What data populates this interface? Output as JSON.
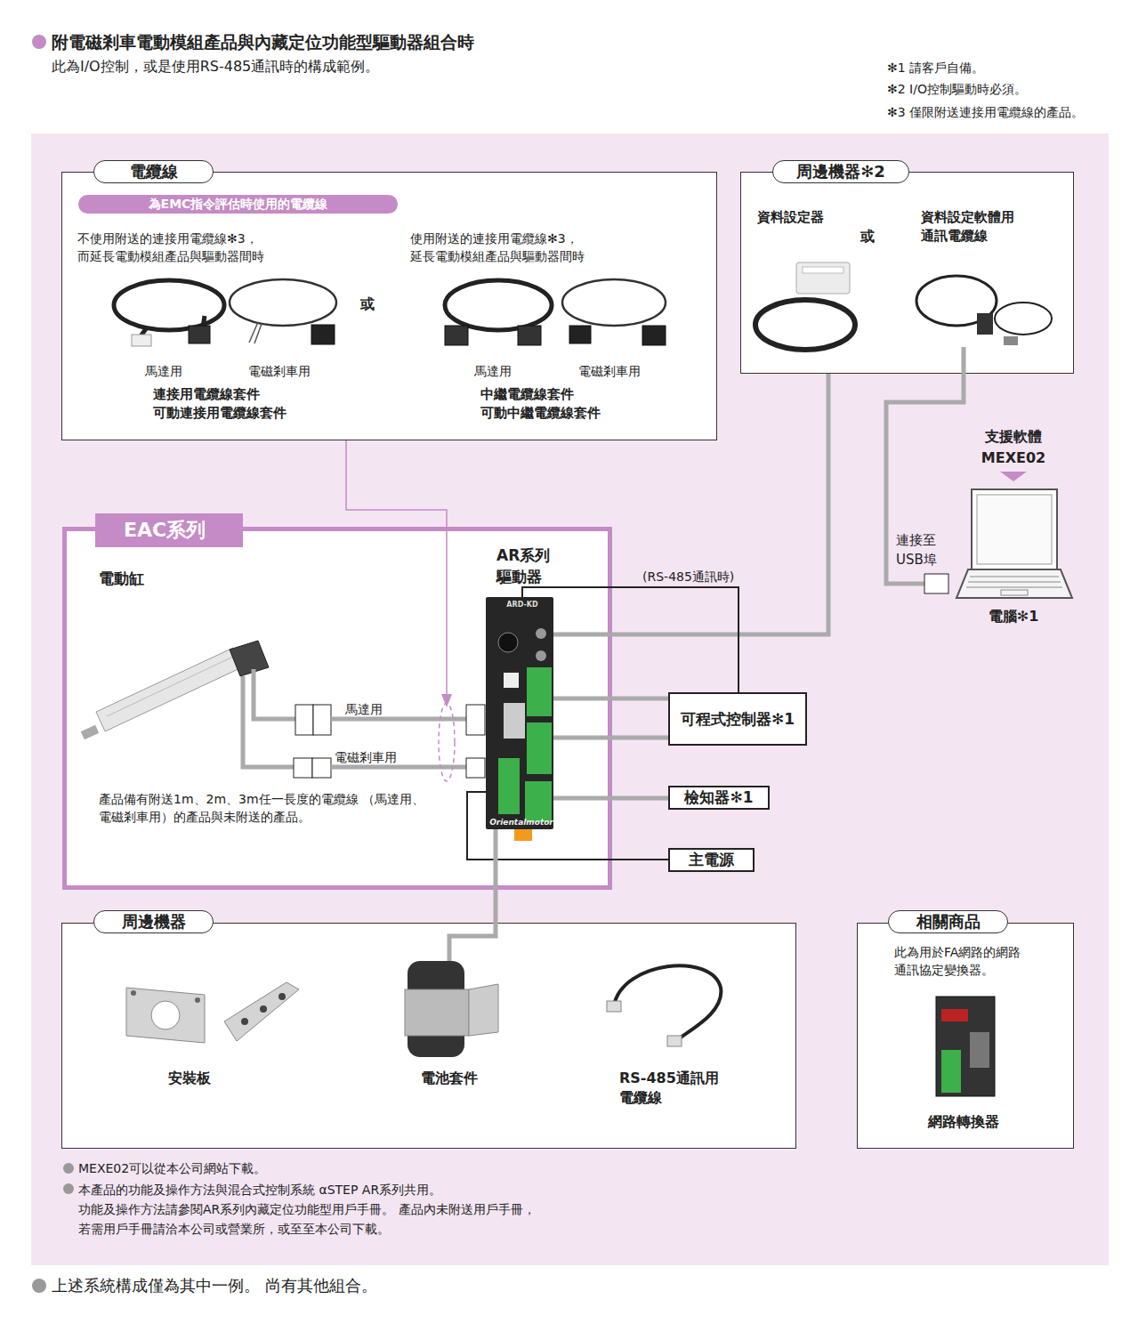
{
  "diagram": {
    "title": "附電磁剎車電動模組產品與內藏定位功能型驅動器組合時",
    "caption": "上述系統構成僅為其中一例。 尚有其他組合。",
    "nodes": [
      {
        "text": [
          "電纜線",
          "不使用附送的連接用電纜線✻3， 而延長電動模組產品與驅動器間時",
          "或",
          "使用附送的連接用電纜線✻3， 延長電動模組產品與驅動器間時",
          "馬達用",
          "電磁剎車用",
          "連接用電纜線套件 可動連接用電纜線套件",
          "馬達用",
          "電磁剎車用",
          "中繼電纜線套件 可動中繼電纜線套件"
        ]
      },
      {
        "text": [
          "為EMC指令評估時使用的電纜線"
        ],
        "in": 0
      },
      {
        "text": [
          "周邊機器✻2",
          "資料設定器",
          "或",
          "資料設定軟體用 通訊電纜線"
        ]
      },
      {
        "text": [
          "EAC系列",
          "電動缸",
          "產品備有附送1m、2m、3m任一長度的電纜線 （馬達用、電磁剎車用）的產品與未附送的產品。"
        ]
      },
      {
        "text": [
          "AR系列 驅動器"
        ],
        "in": 3
      },
      {
        "text": [
          "可程式控制器✻1"
        ]
      },
      {
        "text": [
          "檢知器✻1"
        ]
      },
      {
        "text": [
          "主電源"
        ]
      },
      {
        "text": [
          "周邊機器",
          "安裝板",
          "電池套件",
          "RS-485通訊用 電纜線"
        ]
      },
      {
        "text": [
          "相關商品",
          "此為用於FA網路的網路 通訊協定變換器。",
          "網路轉換器"
        ]
      }
    ],
    "edges": [
      {
        "from": 2,
        "to": 4,
        "arrow": "none"
      },
      {
        "from": 4,
        "to": 5,
        "label": "(RS-485通訊時)",
        "arrow": "none"
      },
      {
        "from": 4,
        "to": 5,
        "arrow": "none"
      },
      {
        "from": 4,
        "to": 5,
        "arrow": "none"
      },
      {
        "from": 4,
        "to": 6,
        "arrow": "none"
      },
      {
        "from": 4,
        "to": 7,
        "arrow": "none"
      },
      {
        "from": 4,
        "to": 8,
        "arrow": "none"
      }
    ],
    "labels": [
      "此為I/O控制，或是使用RS-485通訊時的構成範例。",
      "✻1 請客戶自備。",
      "✻2 I/O控制驅動時必須。",
      "✻3 僅限附送連接用電纜線的產品。",
      "支援軟體 MEXE02",
      "連接至 USB埠",
      "電腦✻1",
      "馬達用",
      "電磁剎車用",
      "ARD-KD",
      "Orientalmotor",
      "MEXE02可以從本公司網站下載。",
      "本產品的功能及操作方法與混合式控制系統 αSTEP AR系列共用。 功能及操作方法請參閱AR系列內藏定位功能型用戶手冊。 產品內未附送用戶手冊，若需用戶手冊請洽本公司或營業所，或至至本公司下載。"
    ]
  }
}
